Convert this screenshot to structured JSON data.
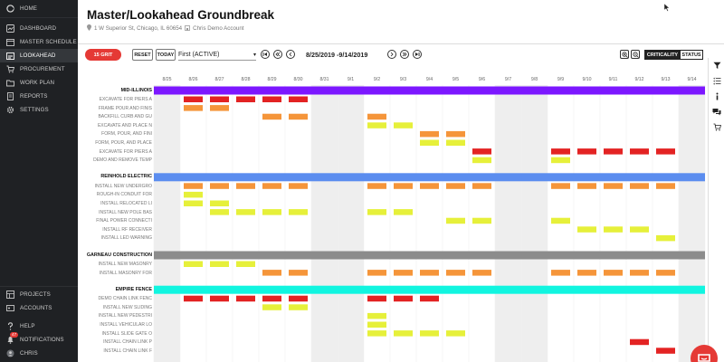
{
  "sidebar": {
    "home": "HOME",
    "top_items": [
      {
        "label": "DASHBOARD",
        "icon": "dashboard-icon",
        "active": false
      },
      {
        "label": "MASTER SCHEDULE",
        "icon": "calendar-icon",
        "active": false
      },
      {
        "label": "LOOKAHEAD",
        "icon": "lookahead-icon",
        "active": true
      },
      {
        "label": "PROCUREMENT",
        "icon": "cart-icon",
        "active": false
      },
      {
        "label": "WORK PLAN",
        "icon": "folder-icon",
        "active": false
      },
      {
        "label": "REPORTS",
        "icon": "report-icon",
        "active": false
      },
      {
        "label": "SETTINGS",
        "icon": "gear-icon",
        "active": false
      }
    ],
    "bottom_items": [
      {
        "label": "PROJECTS",
        "icon": "projects-icon"
      },
      {
        "label": "ACCOUNTS",
        "icon": "accounts-icon"
      },
      {
        "label": "HELP",
        "icon": "help-icon"
      },
      {
        "label": "NOTIFICATIONS",
        "icon": "bell-icon",
        "badge": "47"
      },
      {
        "label": "CHRIS",
        "icon": "user-icon"
      }
    ]
  },
  "header": {
    "title": "Master/Lookahead Groundbreak",
    "address": "1 W Superior St, Chicago, IL 60654",
    "account": "Chris Demo Account"
  },
  "toolbar": {
    "grit_count": "15",
    "grit_label": "GRIT",
    "reset": "RESET",
    "today": "TODAY",
    "schedule": "First (ACTIVE)",
    "date_range": "8/25/2019 -9/14/2019",
    "criticality": "CRITICALITY",
    "status": "STATUS"
  },
  "colors": {
    "red": "#e32323",
    "orange": "#f5953a",
    "yellow": "#e6f03a"
  },
  "gantt": {
    "dates": [
      "8/25",
      "8/26",
      "8/27",
      "8/28",
      "8/29",
      "8/30",
      "8/31",
      "9/1",
      "9/2",
      "9/3",
      "9/4",
      "9/5",
      "9/6",
      "9/7",
      "9/8",
      "9/9",
      "9/10",
      "9/11",
      "9/12",
      "9/13",
      "9/14"
    ],
    "shaded_columns": [
      0,
      6,
      7,
      13,
      14,
      20
    ],
    "groups": [
      {
        "name": "MID-ILLINOIS",
        "color": "#7c17ff",
        "tasks": [
          {
            "name": "EXCAVATE FOR PIERS A",
            "bars": [
              {
                "c": 1,
                "k": "red"
              },
              {
                "c": 2,
                "k": "red"
              },
              {
                "c": 3,
                "k": "red"
              },
              {
                "c": 4,
                "k": "red"
              },
              {
                "c": 5,
                "k": "red"
              }
            ]
          },
          {
            "name": "FRAME POUR AND FINIS",
            "bars": [
              {
                "c": 1,
                "k": "orange"
              },
              {
                "c": 2,
                "k": "orange"
              }
            ]
          },
          {
            "name": "BACKFILL CURB AND GU",
            "bars": [
              {
                "c": 4,
                "k": "orange"
              },
              {
                "c": 5,
                "k": "orange"
              },
              {
                "c": 8,
                "k": "orange"
              }
            ]
          },
          {
            "name": "EXCAVATE AND PLACE N",
            "bars": [
              {
                "c": 8,
                "k": "yellow"
              },
              {
                "c": 9,
                "k": "yellow"
              }
            ]
          },
          {
            "name": "FORM, POUR, AND FINI",
            "bars": [
              {
                "c": 10,
                "k": "orange"
              },
              {
                "c": 11,
                "k": "orange"
              }
            ]
          },
          {
            "name": "FORM, POUR, AND PLACE",
            "bars": [
              {
                "c": 10,
                "k": "yellow"
              },
              {
                "c": 11,
                "k": "yellow"
              }
            ]
          },
          {
            "name": "EXCAVATE FOR PIERS A",
            "bars": [
              {
                "c": 12,
                "k": "red"
              },
              {
                "c": 15,
                "k": "red"
              },
              {
                "c": 16,
                "k": "red"
              },
              {
                "c": 17,
                "k": "red"
              },
              {
                "c": 18,
                "k": "red"
              },
              {
                "c": 19,
                "k": "red"
              }
            ]
          },
          {
            "name": "DEMO AND REMOVE TEMP",
            "bars": [
              {
                "c": 12,
                "k": "yellow"
              },
              {
                "c": 15,
                "k": "yellow"
              }
            ]
          }
        ]
      },
      {
        "name": "REINHOLD ELECTRIC",
        "color": "#5b8def",
        "tasks": [
          {
            "name": "INSTALL NEW UNDERGRO",
            "bars": [
              {
                "c": 1,
                "k": "orange"
              },
              {
                "c": 2,
                "k": "orange"
              },
              {
                "c": 3,
                "k": "orange"
              },
              {
                "c": 4,
                "k": "orange"
              },
              {
                "c": 5,
                "k": "orange"
              },
              {
                "c": 8,
                "k": "orange"
              },
              {
                "c": 9,
                "k": "orange"
              },
              {
                "c": 10,
                "k": "orange"
              },
              {
                "c": 11,
                "k": "orange"
              },
              {
                "c": 12,
                "k": "orange"
              },
              {
                "c": 15,
                "k": "orange"
              },
              {
                "c": 16,
                "k": "orange"
              },
              {
                "c": 17,
                "k": "orange"
              },
              {
                "c": 18,
                "k": "orange"
              },
              {
                "c": 19,
                "k": "orange"
              }
            ]
          },
          {
            "name": "ROUGH-IN CONDUIT FOR",
            "bars": [
              {
                "c": 1,
                "k": "yellow"
              }
            ]
          },
          {
            "name": "INSTALL RELOCATED LI",
            "bars": [
              {
                "c": 1,
                "k": "yellow"
              },
              {
                "c": 2,
                "k": "yellow"
              }
            ]
          },
          {
            "name": "INSTALL NEW POLE BAS",
            "bars": [
              {
                "c": 2,
                "k": "yellow"
              },
              {
                "c": 3,
                "k": "yellow"
              },
              {
                "c": 4,
                "k": "yellow"
              },
              {
                "c": 5,
                "k": "yellow"
              },
              {
                "c": 8,
                "k": "yellow"
              },
              {
                "c": 9,
                "k": "yellow"
              }
            ]
          },
          {
            "name": "FINAL POWER CONNECTI",
            "bars": [
              {
                "c": 11,
                "k": "yellow"
              },
              {
                "c": 12,
                "k": "yellow"
              },
              {
                "c": 15,
                "k": "yellow"
              }
            ]
          },
          {
            "name": "INSTALL RF RECEIVER",
            "bars": [
              {
                "c": 16,
                "k": "yellow"
              },
              {
                "c": 17,
                "k": "yellow"
              },
              {
                "c": 18,
                "k": "yellow"
              }
            ]
          },
          {
            "name": "INSTALL LED WARNING",
            "bars": [
              {
                "c": 19,
                "k": "yellow"
              }
            ]
          }
        ]
      },
      {
        "name": "GARNEAU CONSTRUCTION",
        "color": "#8c8c8c",
        "tasks": [
          {
            "name": "INSTALL NEW MASONRY",
            "bars": [
              {
                "c": 1,
                "k": "yellow"
              },
              {
                "c": 2,
                "k": "yellow"
              },
              {
                "c": 3,
                "k": "yellow"
              }
            ]
          },
          {
            "name": "INSTALL MASONRY FOR",
            "bars": [
              {
                "c": 4,
                "k": "orange"
              },
              {
                "c": 5,
                "k": "orange"
              },
              {
                "c": 8,
                "k": "orange"
              },
              {
                "c": 9,
                "k": "orange"
              },
              {
                "c": 10,
                "k": "orange"
              },
              {
                "c": 11,
                "k": "orange"
              },
              {
                "c": 12,
                "k": "orange"
              },
              {
                "c": 15,
                "k": "orange"
              },
              {
                "c": 16,
                "k": "orange"
              },
              {
                "c": 17,
                "k": "orange"
              },
              {
                "c": 18,
                "k": "orange"
              },
              {
                "c": 19,
                "k": "orange"
              }
            ]
          }
        ]
      },
      {
        "name": "EMPIRE FENCE",
        "color": "#11f5e0",
        "tasks": [
          {
            "name": "DEMO CHAIN LINK FENC",
            "bars": [
              {
                "c": 1,
                "k": "red"
              },
              {
                "c": 2,
                "k": "red"
              },
              {
                "c": 3,
                "k": "red"
              },
              {
                "c": 4,
                "k": "red"
              },
              {
                "c": 5,
                "k": "red"
              },
              {
                "c": 8,
                "k": "red"
              },
              {
                "c": 9,
                "k": "red"
              },
              {
                "c": 10,
                "k": "red"
              }
            ]
          },
          {
            "name": "INSTALL NEW SLIDING",
            "bars": [
              {
                "c": 4,
                "k": "yellow"
              },
              {
                "c": 5,
                "k": "yellow"
              }
            ]
          },
          {
            "name": "INSTALL NEW PEDESTRI",
            "bars": [
              {
                "c": 8,
                "k": "yellow"
              }
            ]
          },
          {
            "name": "INSTALL VEHICULAR LO",
            "bars": [
              {
                "c": 8,
                "k": "yellow"
              }
            ]
          },
          {
            "name": "INSTALL SLIDE GATE O",
            "bars": [
              {
                "c": 8,
                "k": "yellow"
              },
              {
                "c": 9,
                "k": "yellow"
              },
              {
                "c": 10,
                "k": "yellow"
              },
              {
                "c": 11,
                "k": "yellow"
              }
            ]
          },
          {
            "name": "INSTALL CHAIN LINK P",
            "bars": [
              {
                "c": 18,
                "k": "red"
              }
            ]
          },
          {
            "name": "INSTALL CHAIN LINK F",
            "bars": [
              {
                "c": 19,
                "k": "red"
              }
            ]
          }
        ]
      }
    ]
  }
}
